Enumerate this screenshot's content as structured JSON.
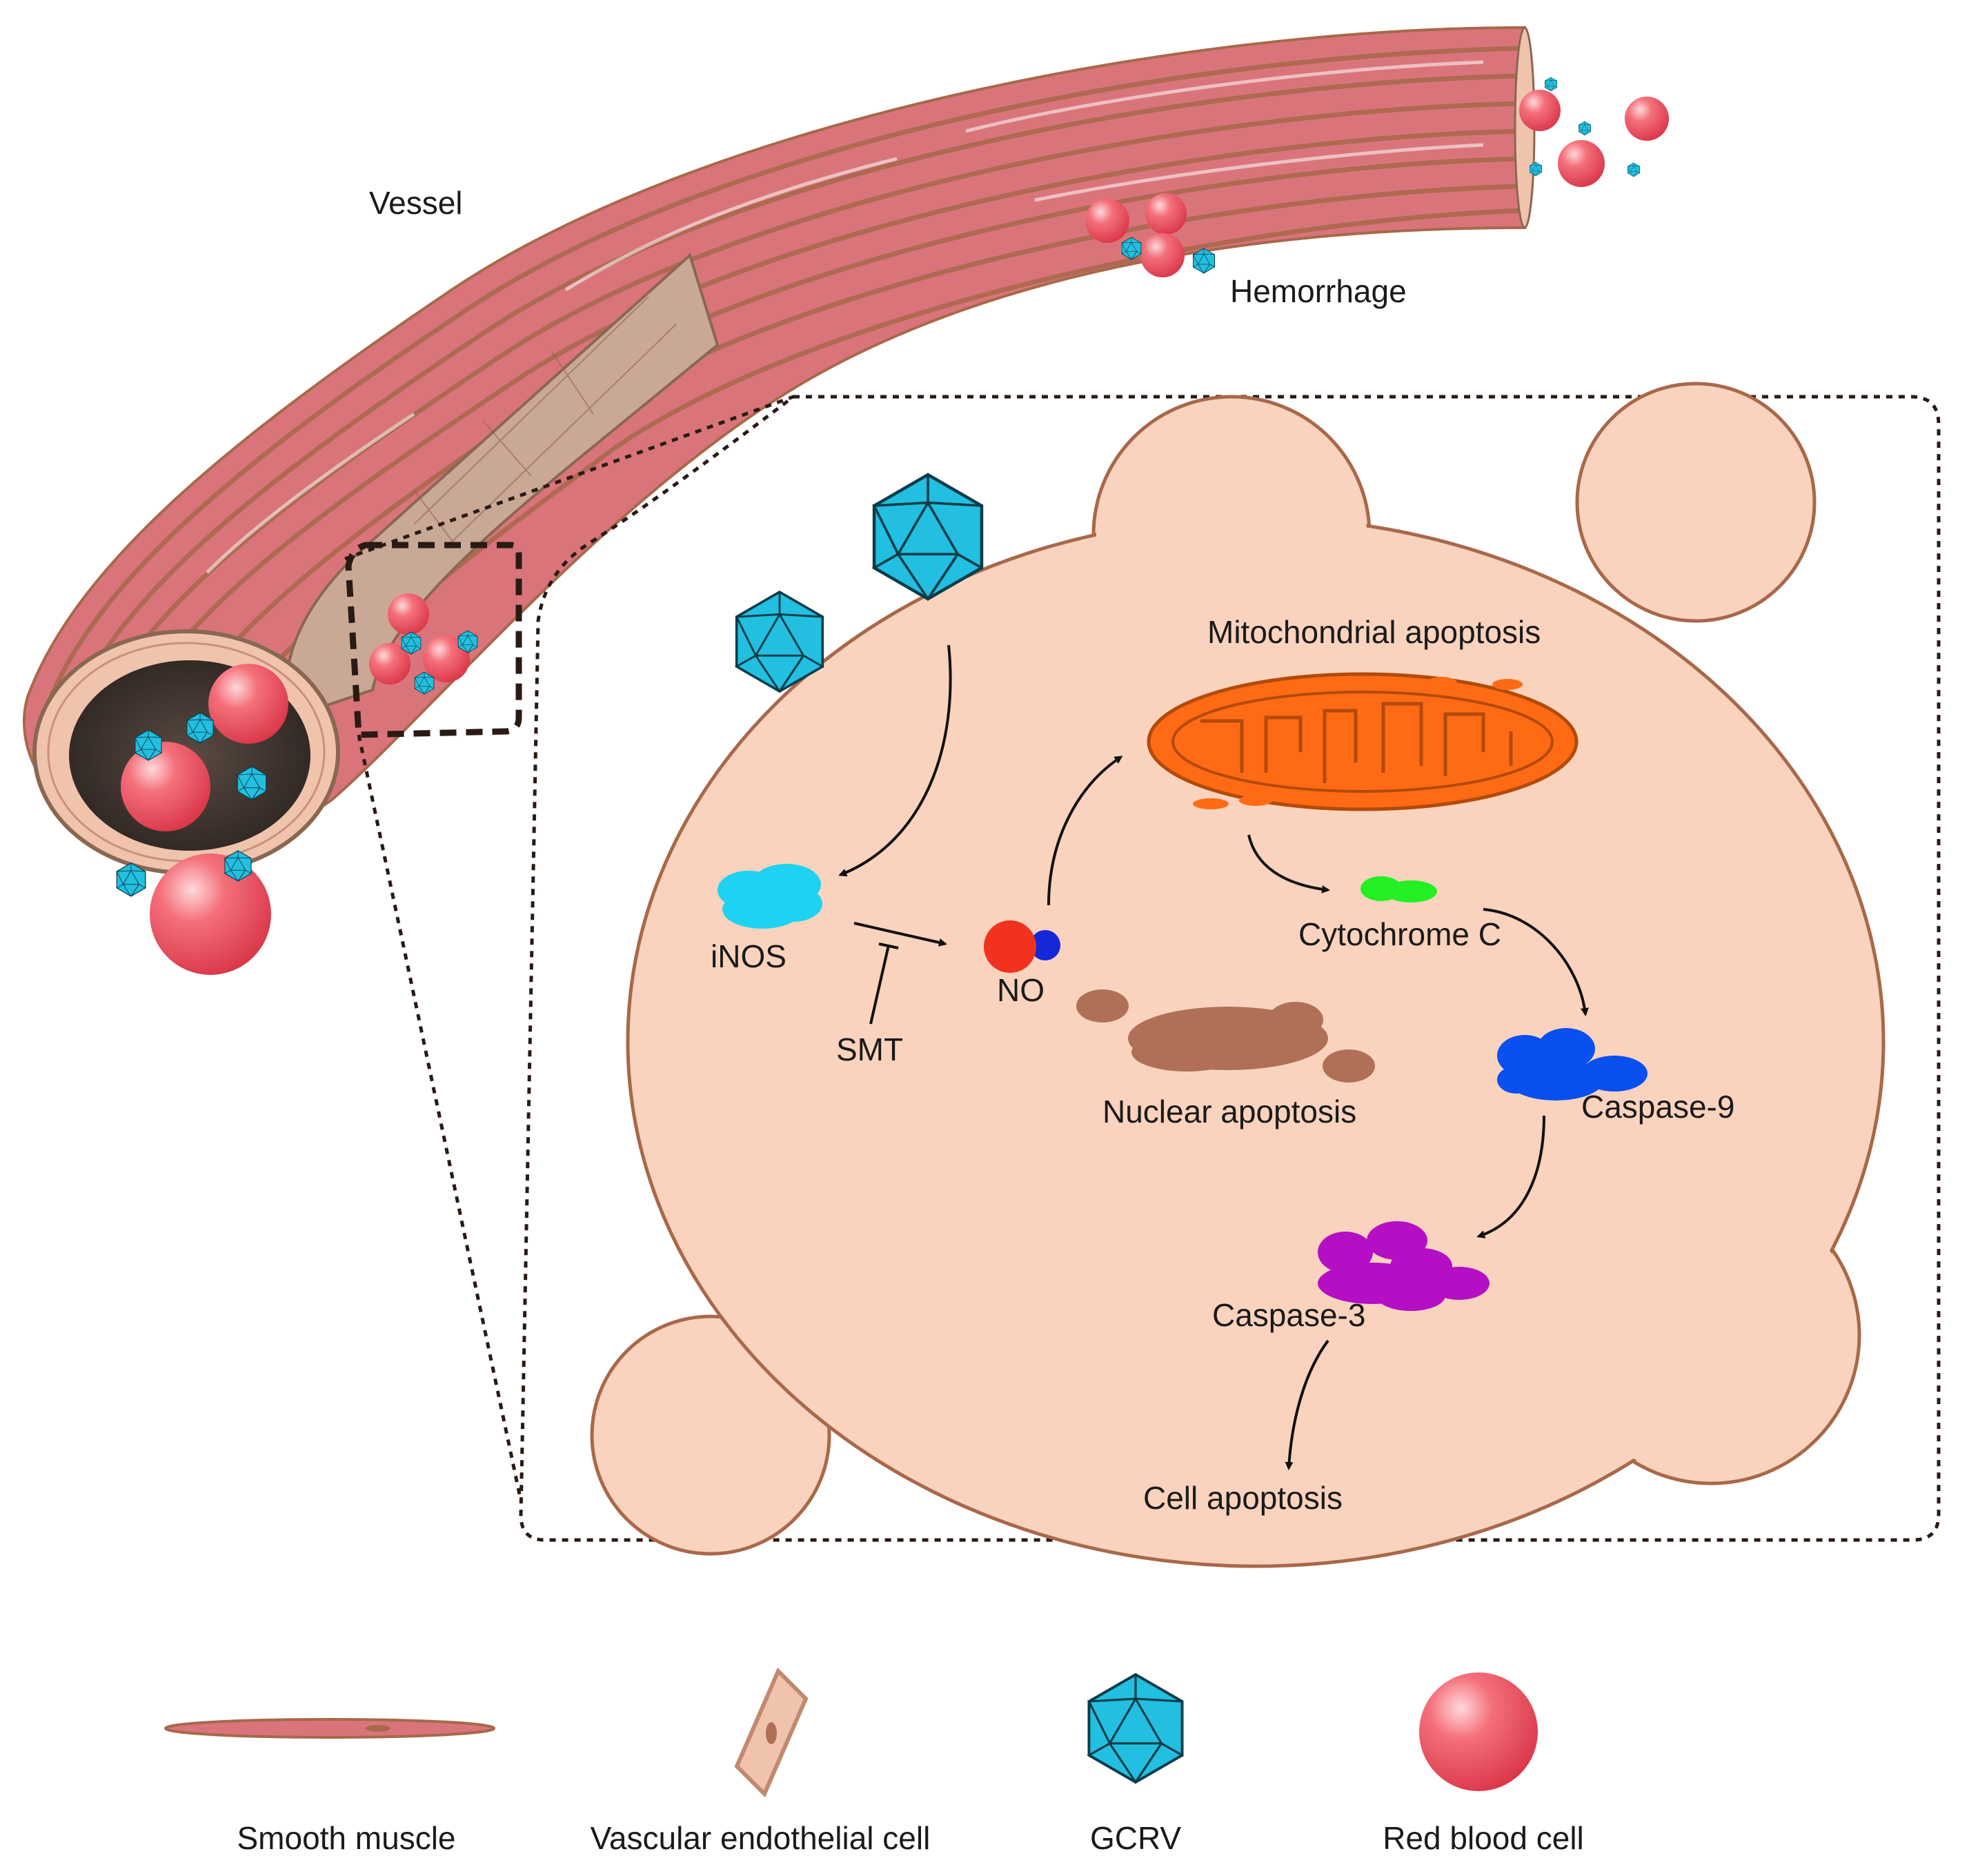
{
  "labels": {
    "vessel": "Vessel",
    "hemorrhage": "Hemorrhage",
    "mitochondrial_apoptosis": "Mitochondrial apoptosis",
    "inos": "iNOS",
    "no": "NO",
    "smt": "SMT",
    "cytochrome_c": "Cytochrome C",
    "nuclear_apoptosis": "Nuclear apoptosis",
    "caspase9": "Caspase-9",
    "caspase3": "Caspase-3",
    "cell_apoptosis": "Cell apoptosis"
  },
  "legend": [
    {
      "key": "smooth-muscle",
      "label": "Smooth muscle"
    },
    {
      "key": "endothelial-cell",
      "label": "Vascular endothelial cell"
    },
    {
      "key": "gcrv",
      "label": "GCRV"
    },
    {
      "key": "rbc",
      "label": "Red blood cell"
    }
  ],
  "colors": {
    "vessel_wall": "#d9757a",
    "vessel_stripe": "#a8684a",
    "lumen": "#3a302c",
    "cell_fill": "#f9d3bd",
    "cell_stroke": "#a8684a",
    "gcrv": "#22bfe0",
    "rbc": "#ef5a66",
    "inos": "#1ed3f2",
    "no_red": "#f0321e",
    "no_blue": "#1428d8",
    "mitochondrion": "#ff6a14",
    "cytochrome_c": "#22f022",
    "caspase9": "#0a4ff0",
    "caspase3": "#b40fc4",
    "nucleus": "#b07058"
  }
}
